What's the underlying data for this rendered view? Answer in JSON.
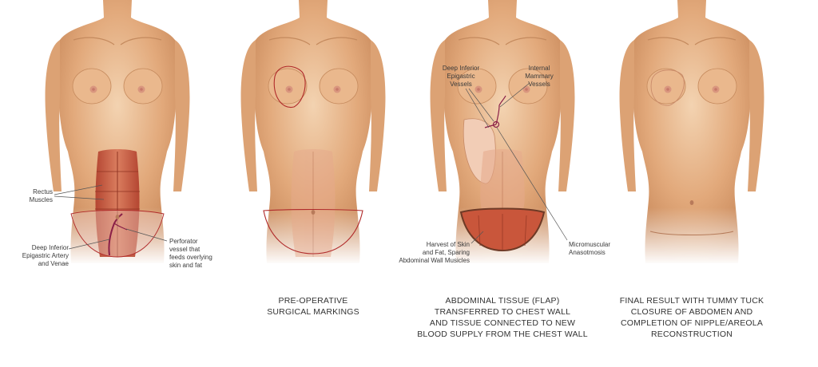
{
  "colors": {
    "skin_light": "#f3d3b1",
    "skin_mid": "#e2a97b",
    "skin_dark": "#c98a5c",
    "muscle": "#d4694c",
    "muscle_dark": "#b2412e",
    "marking": "#b02a2a",
    "vessel": "#8a1f47",
    "leader": "#555555",
    "text": "#333333"
  },
  "figures": [
    {
      "caption": "",
      "callouts": [
        {
          "text": "Rectus\nMuscles"
        },
        {
          "text": "Deep Inferior\nEpigastric Artery\nand Venae"
        },
        {
          "text": "Perforator\nvessel that\nfeeds overlying\nskin and fat"
        }
      ]
    },
    {
      "caption": "PRE-OPERATIVE\nSURGICAL MARKINGS",
      "callouts": []
    },
    {
      "caption": "ABDOMINAL TISSUE (FLAP)\nTRANSFERRED TO CHEST WALL\nAND TISSUE CONNECTED TO NEW\nBLOOD SUPPLY FROM THE CHEST WALL",
      "callouts": [
        {
          "text": "Deep Inferior\nEpigastric\nVessels"
        },
        {
          "text": "Internal\nMammary\nVessels"
        },
        {
          "text": "Harvest of Skin\nand Fat, Sparing\nAbdominal Wall Musicles"
        },
        {
          "text": "Micromuscular\nAnasotmosis"
        }
      ]
    },
    {
      "caption": "FINAL RESULT WITH TUMMY TUCK\nCLOSURE OF ABDOMEN AND\nCOMPLETION OF NIPPLE/AREOLA\nRECONSTRUCTION",
      "callouts": []
    }
  ]
}
